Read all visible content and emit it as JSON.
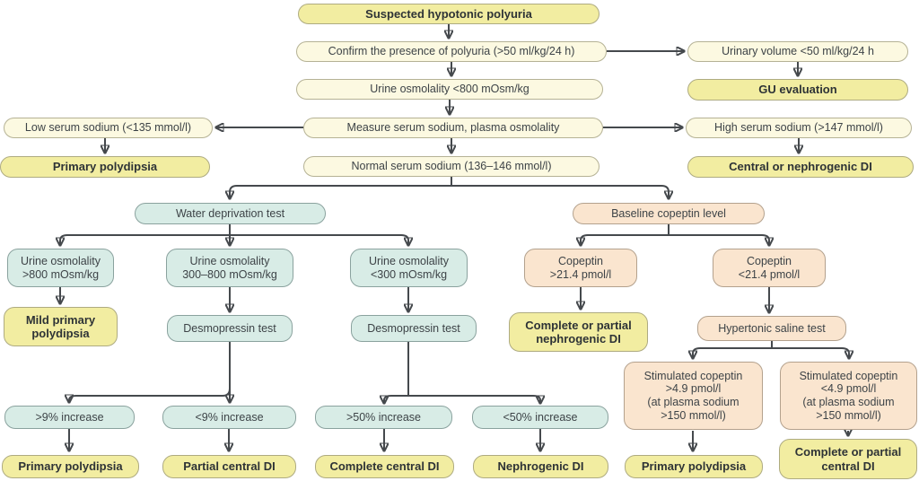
{
  "colors": {
    "background": "#ffffff",
    "result_box": "#f2eda1",
    "decision_box": "#fcf9e1",
    "water_test_box": "#d8ece6",
    "copeptin_test_box": "#fae5cf",
    "arrow": "#45494d"
  },
  "nodes": {
    "suspected": {
      "text": "Suspected hypotonic polyuria"
    },
    "confirm": {
      "text": "Confirm the presence of polyuria (>50 ml/kg/24 h)"
    },
    "urinary_volume": {
      "text": "Urinary volume <50 ml/kg/24 h"
    },
    "gu_evaluation": {
      "text": "GU evaluation"
    },
    "urine_osm_lt800": {
      "text": "Urine osmolality <800 mOsm/kg"
    },
    "measure_sodium": {
      "text": "Measure serum sodium, plasma osmolality"
    },
    "low_sodium": {
      "text": "Low serum sodium (<135 mmol/l)"
    },
    "primary_polydipsia_left": {
      "text": "Primary polydipsia"
    },
    "high_sodium": {
      "text": "High serum sodium (>147 mmol/l)"
    },
    "central_or_nephrogenic_di": {
      "text": "Central or nephrogenic DI"
    },
    "normal_sodium": {
      "text": "Normal serum sodium (136–146 mmol/l)"
    },
    "water_deprivation_test": {
      "text": "Water deprivation test"
    },
    "baseline_copeptin": {
      "text": "Baseline copeptin level"
    },
    "uo_gt800": {
      "text": "Urine osmolality\n>800 mOsm/kg"
    },
    "uo_300_800": {
      "text": "Urine osmolality\n300–800 mOsm/kg"
    },
    "uo_lt300": {
      "text": "Urine osmolality\n<300 mOsm/kg"
    },
    "copeptin_gt21": {
      "text": "Copeptin\n>21.4 pmol/l"
    },
    "copeptin_lt21": {
      "text": "Copeptin\n<21.4 pmol/l"
    },
    "mild_primary_polydipsia": {
      "text": "Mild primary\npolydipsia"
    },
    "desmopressin_test_1": {
      "text": "Desmopressin test"
    },
    "desmopressin_test_2": {
      "text": "Desmopressin test"
    },
    "complete_partial_nephrogenic_di": {
      "text": "Complete or partial\nnephrogenic DI"
    },
    "hypertonic_saline_test": {
      "text": "Hypertonic saline test"
    },
    "increase_gt9": {
      "text": ">9% increase"
    },
    "increase_lt9": {
      "text": "<9% increase"
    },
    "increase_gt50": {
      "text": ">50% increase"
    },
    "increase_lt50": {
      "text": "<50% increase"
    },
    "stimulated_gt49": {
      "text": "Stimulated copeptin\n>4.9 pmol/l\n(at plasma sodium\n>150 mmol/l)"
    },
    "stimulated_lt49": {
      "text": "Stimulated copeptin\n<4.9 pmol/l\n(at plasma sodium\n>150 mmol/l)"
    },
    "primary_polydipsia_mid": {
      "text": "Primary polydipsia"
    },
    "partial_central_di": {
      "text": "Partial central DI"
    },
    "complete_central_di": {
      "text": "Complete central DI"
    },
    "nephrogenic_di": {
      "text": "Nephrogenic DI"
    },
    "primary_polydipsia_right": {
      "text": "Primary polydipsia"
    },
    "complete_partial_central_di": {
      "text": "Complete or partial\ncentral DI"
    }
  },
  "edges": [
    {
      "from": "suspected",
      "to": "confirm"
    },
    {
      "from": "confirm",
      "to": "urinary_volume"
    },
    {
      "from": "confirm",
      "to": "urine_osm_lt800"
    },
    {
      "from": "urinary_volume",
      "to": "gu_evaluation"
    },
    {
      "from": "urine_osm_lt800",
      "to": "measure_sodium"
    },
    {
      "from": "measure_sodium",
      "to": "low_sodium"
    },
    {
      "from": "measure_sodium",
      "to": "high_sodium"
    },
    {
      "from": "measure_sodium",
      "to": "normal_sodium"
    },
    {
      "from": "low_sodium",
      "to": "primary_polydipsia_left"
    },
    {
      "from": "high_sodium",
      "to": "central_or_nephrogenic_di"
    },
    {
      "from": "normal_sodium",
      "to": "water_deprivation_test"
    },
    {
      "from": "normal_sodium",
      "to": "baseline_copeptin"
    },
    {
      "from": "water_deprivation_test",
      "to": "uo_gt800"
    },
    {
      "from": "water_deprivation_test",
      "to": "uo_300_800"
    },
    {
      "from": "water_deprivation_test",
      "to": "uo_lt300"
    },
    {
      "from": "baseline_copeptin",
      "to": "copeptin_gt21"
    },
    {
      "from": "baseline_copeptin",
      "to": "copeptin_lt21"
    },
    {
      "from": "uo_gt800",
      "to": "mild_primary_polydipsia"
    },
    {
      "from": "uo_300_800",
      "to": "desmopressin_test_1"
    },
    {
      "from": "uo_lt300",
      "to": "desmopressin_test_2"
    },
    {
      "from": "copeptin_gt21",
      "to": "complete_partial_nephrogenic_di"
    },
    {
      "from": "copeptin_lt21",
      "to": "hypertonic_saline_test"
    },
    {
      "from": "desmopressin_test_1",
      "to": "increase_gt9"
    },
    {
      "from": "desmopressin_test_1",
      "to": "increase_lt9"
    },
    {
      "from": "desmopressin_test_2",
      "to": "increase_gt50"
    },
    {
      "from": "desmopressin_test_2",
      "to": "increase_lt50"
    },
    {
      "from": "hypertonic_saline_test",
      "to": "stimulated_gt49"
    },
    {
      "from": "hypertonic_saline_test",
      "to": "stimulated_lt49"
    },
    {
      "from": "increase_gt9",
      "to": "primary_polydipsia_mid"
    },
    {
      "from": "increase_lt9",
      "to": "partial_central_di"
    },
    {
      "from": "increase_gt50",
      "to": "complete_central_di"
    },
    {
      "from": "increase_lt50",
      "to": "nephrogenic_di"
    },
    {
      "from": "stimulated_gt49",
      "to": "primary_polydipsia_right"
    },
    {
      "from": "stimulated_lt49",
      "to": "complete_partial_central_di"
    }
  ]
}
